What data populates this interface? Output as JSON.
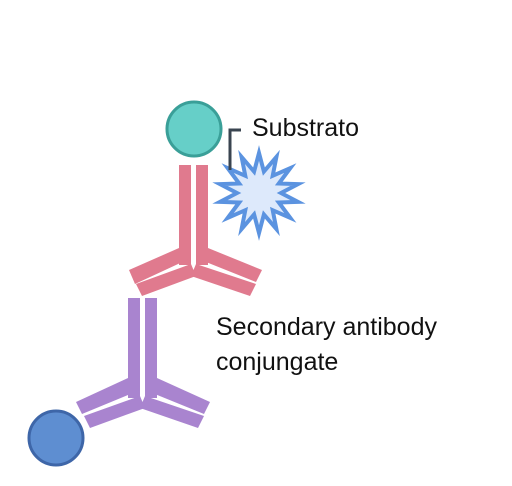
{
  "labels": {
    "substrate": "Substrato",
    "secondary_antibody_line1": "Secondary antibody",
    "secondary_antibody_line2": "conjungate"
  },
  "colors": {
    "background": "#ffffff",
    "top_antibody": "#e07a8e",
    "bottom_antibody": "#a984cf",
    "teal_circle_fill": "#66cfc8",
    "teal_circle_stroke": "#3a9f98",
    "blue_circle_fill": "#5e8ed1",
    "blue_circle_stroke": "#3e66a8",
    "star_fill": "#dde9fb",
    "star_stroke": "#5b93e0",
    "bracket": "#3a4450",
    "text": "#111111"
  },
  "icons": {
    "top_antibody": "antibody-y-shape",
    "bottom_antibody": "antibody-y-shape",
    "conjugate_marker": "circle",
    "substrate": "starburst"
  }
}
